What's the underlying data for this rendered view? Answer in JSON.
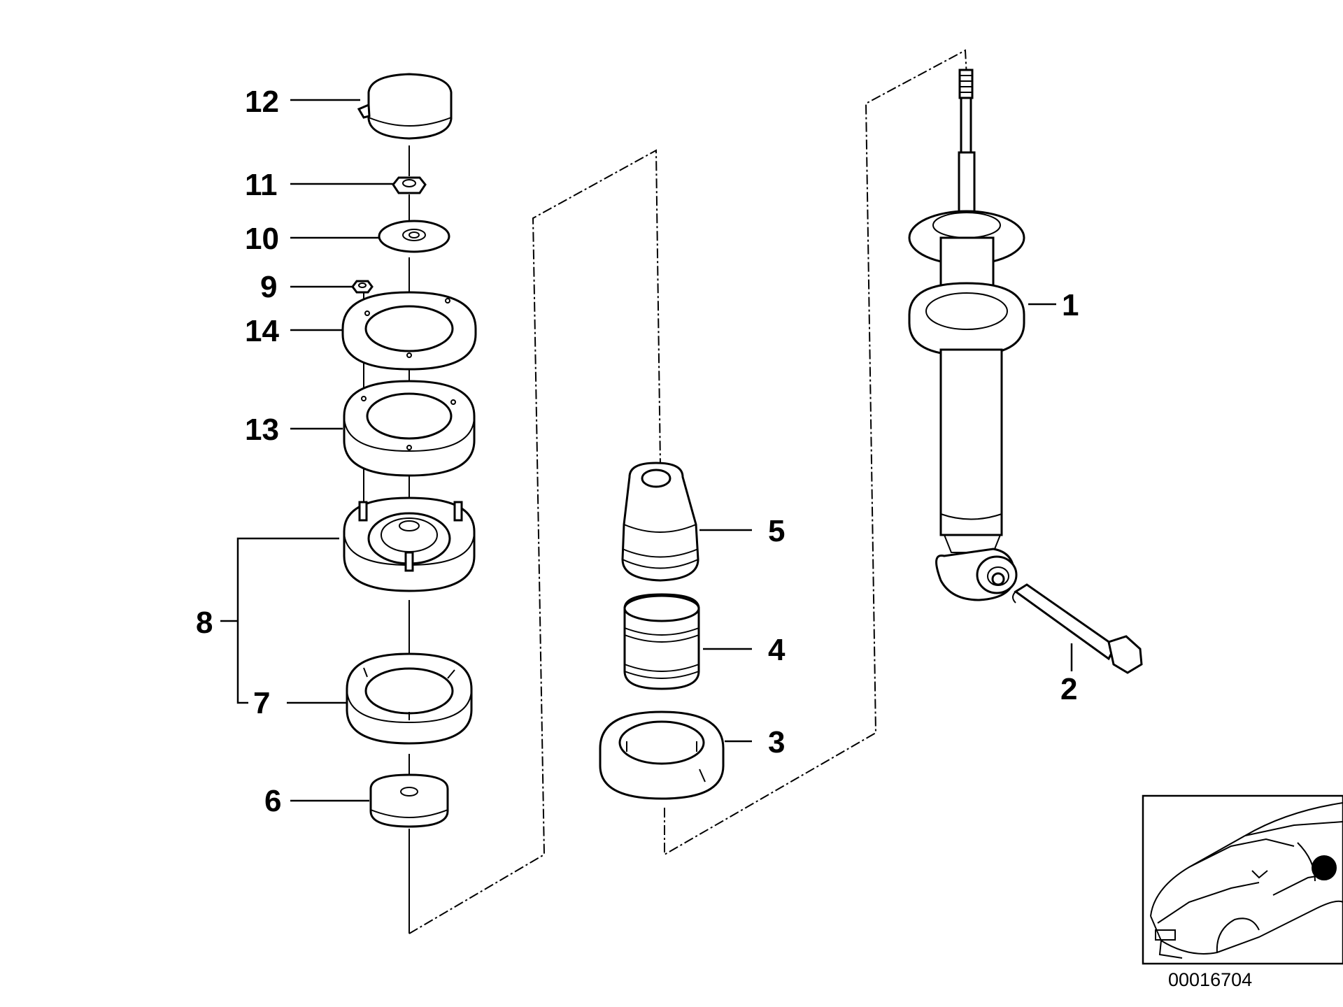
{
  "callouts": {
    "c1": "1",
    "c2": "2",
    "c3": "3",
    "c4": "4",
    "c5": "5",
    "c6": "6",
    "c7": "7",
    "c8": "8",
    "c9": "9",
    "c10": "10",
    "c11": "11",
    "c12": "12",
    "c13": "13",
    "c14": "14"
  },
  "diagram_id": "00016704",
  "colors": {
    "line": "#000000",
    "background": "#ffffff",
    "locator_dot": "#000000"
  }
}
